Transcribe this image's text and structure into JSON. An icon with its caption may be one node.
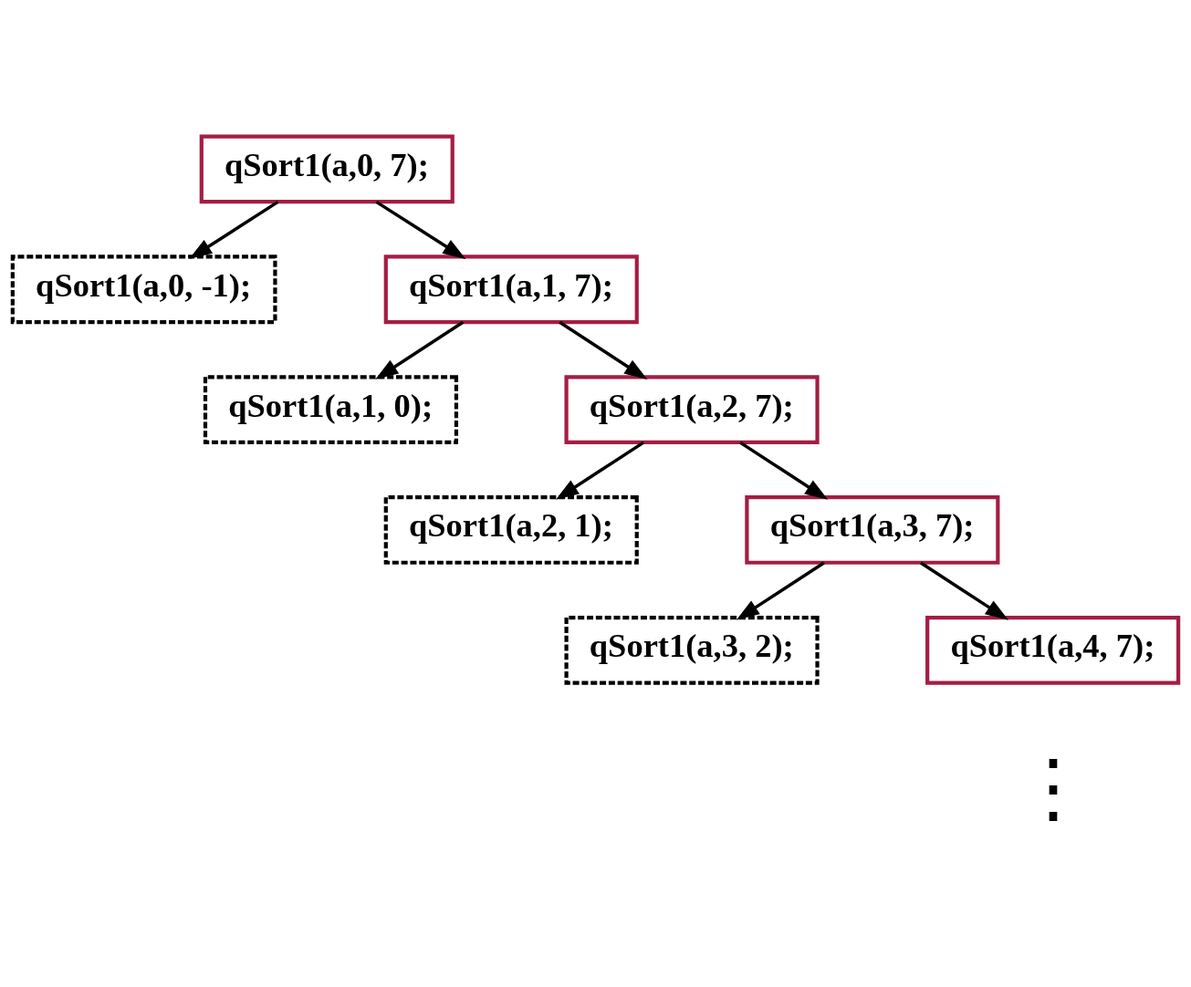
{
  "diagram": {
    "nodes": [
      {
        "text": [
          "qSort1(a,0, 7);"
        ]
      },
      {
        "text": [
          "qSort1(a,0, -1);"
        ]
      },
      {
        "text": [
          "qSort1(a,1, 7);"
        ]
      },
      {
        "text": [
          "qSort1(a,1, 0);"
        ]
      },
      {
        "text": [
          "qSort1(a,2, 7);"
        ]
      },
      {
        "text": [
          "qSort1(a,2, 1);"
        ]
      },
      {
        "text": [
          "qSort1(a,3, 7);"
        ]
      },
      {
        "text": [
          "qSort1(a,3, 2);"
        ]
      },
      {
        "text": [
          "qSort1(a,4, 7);"
        ]
      }
    ],
    "edges": [
      {
        "from": 0,
        "to": 1,
        "arrow": "to"
      },
      {
        "from": 0,
        "to": 2,
        "arrow": "to"
      },
      {
        "from": 2,
        "to": 3,
        "arrow": "to"
      },
      {
        "from": 2,
        "to": 4,
        "arrow": "to"
      },
      {
        "from": 4,
        "to": 5,
        "arrow": "to"
      },
      {
        "from": 4,
        "to": 6,
        "arrow": "to"
      },
      {
        "from": 6,
        "to": 7,
        "arrow": "to"
      },
      {
        "from": 6,
        "to": 8,
        "arrow": "to"
      }
    ],
    "labels": [
      "⋮"
    ]
  }
}
